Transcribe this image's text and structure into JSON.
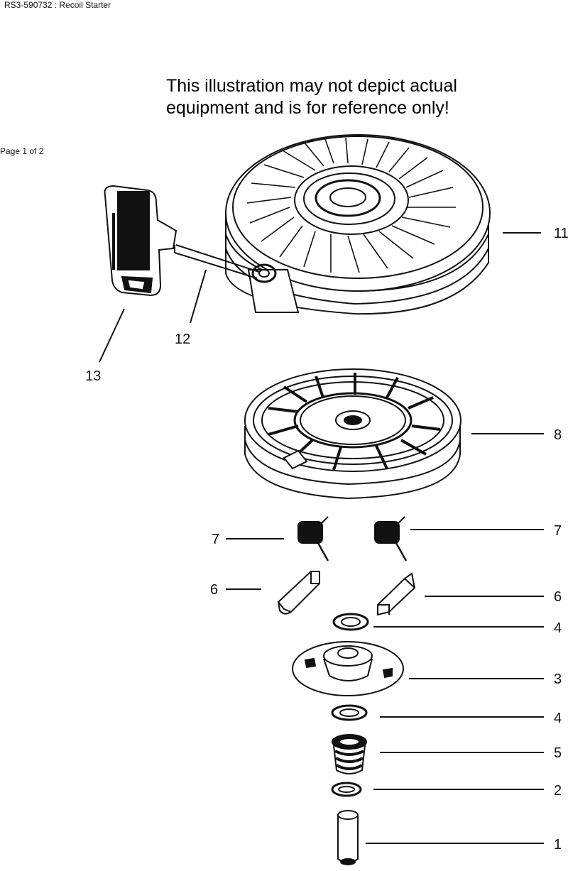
{
  "header": {
    "title": "RS3-590732 : Recoil Starter"
  },
  "page_indicator": "Page 1 of 2",
  "notice": {
    "line1": "This illustration may not depict actual",
    "line2": "equipment and is for reference only!"
  },
  "callouts": [
    {
      "id": "c11",
      "label": "11"
    },
    {
      "id": "c12",
      "label": "12"
    },
    {
      "id": "c13",
      "label": "13"
    },
    {
      "id": "c8",
      "label": "8"
    },
    {
      "id": "c7l",
      "label": "7"
    },
    {
      "id": "c7r",
      "label": "7"
    },
    {
      "id": "c6l",
      "label": "6"
    },
    {
      "id": "c6r",
      "label": "6"
    },
    {
      "id": "c4a",
      "label": "4"
    },
    {
      "id": "c3",
      "label": "3"
    },
    {
      "id": "c4b",
      "label": "4"
    },
    {
      "id": "c5",
      "label": "5"
    },
    {
      "id": "c2",
      "label": "2"
    },
    {
      "id": "c1",
      "label": "1"
    }
  ]
}
